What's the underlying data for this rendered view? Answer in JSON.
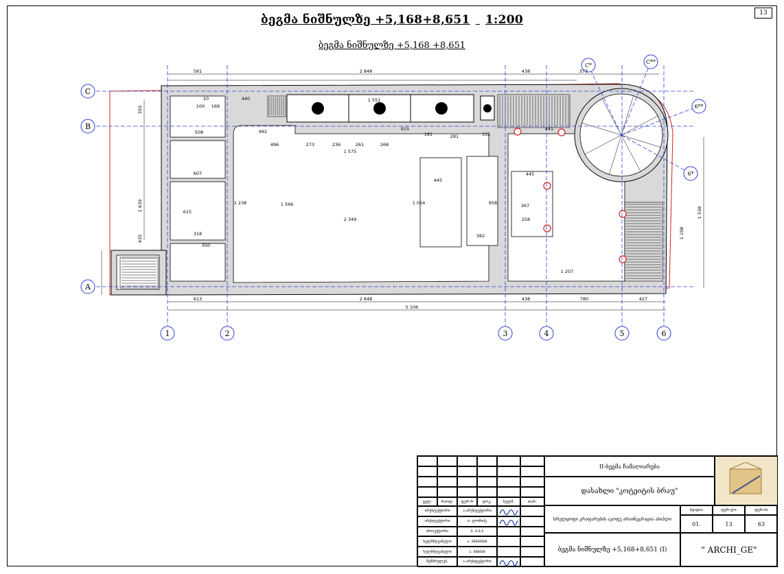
{
  "sheet": {
    "number": "13",
    "title_main": "ბეგმა ნიშნულზე +5,168+8,651",
    "title_scale": "1:200",
    "title_sub": "ბეგმა ნიშნულზე +5,168 +8,651"
  },
  "grid": {
    "rows": [
      "C",
      "B",
      "A"
    ],
    "cols": [
      "1",
      "2",
      "3",
      "4",
      "5",
      "6"
    ],
    "radial": [
      "C*",
      "C**",
      "6**",
      "6*"
    ]
  },
  "dimensions": {
    "top": [
      "581",
      "2 848",
      "438",
      "373"
    ],
    "bottom": [
      "613",
      "2 848",
      "438",
      "780",
      "427"
    ],
    "total": "5 106",
    "left": [
      "355",
      "1 639",
      "435"
    ],
    "right": [
      "1 538",
      "1 108"
    ],
    "inner": [
      "1 551",
      "496",
      "273",
      "236",
      "261",
      "268",
      "1 575",
      "2 349",
      "1 566",
      "1 238",
      "1 054",
      "445",
      "958",
      "382",
      "445",
      "367",
      "258",
      "1 207",
      "508",
      "607",
      "615",
      "318",
      "350",
      "100",
      "169",
      "20",
      "440",
      "492",
      "281",
      "335",
      "181",
      "915",
      "441"
    ]
  },
  "title_block": {
    "org": "II-ბეგმა ჩამაღიარება",
    "project": "დასახლი \"კოტეიტის ბრაუ\"",
    "desc": "სრულყოფი კრაფარების აკოფუ არაინეგრაცია ასიპლი",
    "headers": [
      "სტადია",
      "ფურ-ლი",
      "ფურ-ბი"
    ],
    "values": [
      "01.",
      "13",
      "63"
    ],
    "drawing": "ბეგმა ნიშნულზე +5,168+8,651 (I)",
    "company": "\" ARCHI_GE\"",
    "staff_headers": [
      "ცვლ.",
      "რაოდ.",
      "ფურ-რ",
      "დოკ.",
      "ხელმ.",
      "თარ."
    ],
    "staff": [
      {
        "role": "არქიტექტორი",
        "name": "ა.არქიტექტორი"
      },
      {
        "role": "არქიტექტორი",
        "name": "ი. ლომიძე"
      },
      {
        "role": "პროექტორი",
        "name": "ბ. ბ.ბ.ბ"
      },
      {
        "role": "ხელმძღვანელი",
        "name": "ა. ბბბბბბბბ"
      },
      {
        "role": "ხელმძღვანელი",
        "name": "ა. ბბბბბბ"
      },
      {
        "role": "შემსრულებ.",
        "name": "ა.არქიტექტორი"
      }
    ],
    "signatures": [
      "signature-1",
      "signature-2",
      "signature-3"
    ]
  },
  "colors": {
    "line": "#000000",
    "axis": "#2b3ed8",
    "boundary": "#d21f1f",
    "fill": "#d9d9d9"
  }
}
